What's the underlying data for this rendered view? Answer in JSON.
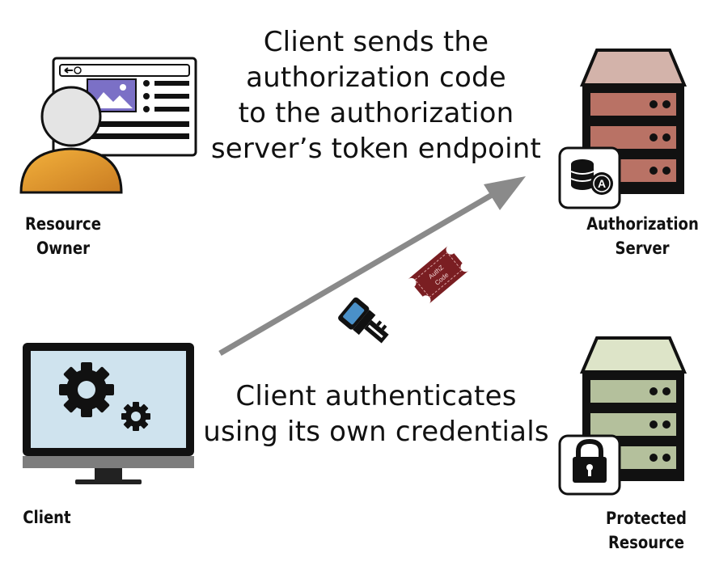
{
  "top_caption": {
    "line1": "Client sends the",
    "line2": "authorization code",
    "line3": "to the authorization",
    "line4": "server’s  token endpoint"
  },
  "bottom_caption": {
    "line1": "Client authenticates",
    "line2": "using its own credentials"
  },
  "actors": {
    "resource_owner": {
      "line1": "Resource",
      "line2": "Owner"
    },
    "authorization_server": {
      "line1": "Authorization",
      "line2": "Server"
    },
    "client": {
      "line1": "Client"
    },
    "protected_resource": {
      "line1": "Protected",
      "line2": "Resource"
    }
  },
  "ticket": {
    "line1": "AuthZ",
    "line2": "Code"
  },
  "colors": {
    "arrow": "#8a8a8a",
    "auth_server_top": "#d3b3aa",
    "auth_server_drawer": "#b97265",
    "protected_top": "#dde4c8",
    "protected_drawer": "#b4c09c",
    "owner_body": "#e59a2f",
    "monitor_screen": "#cfe3ee",
    "ticket": "#7a1e22"
  }
}
